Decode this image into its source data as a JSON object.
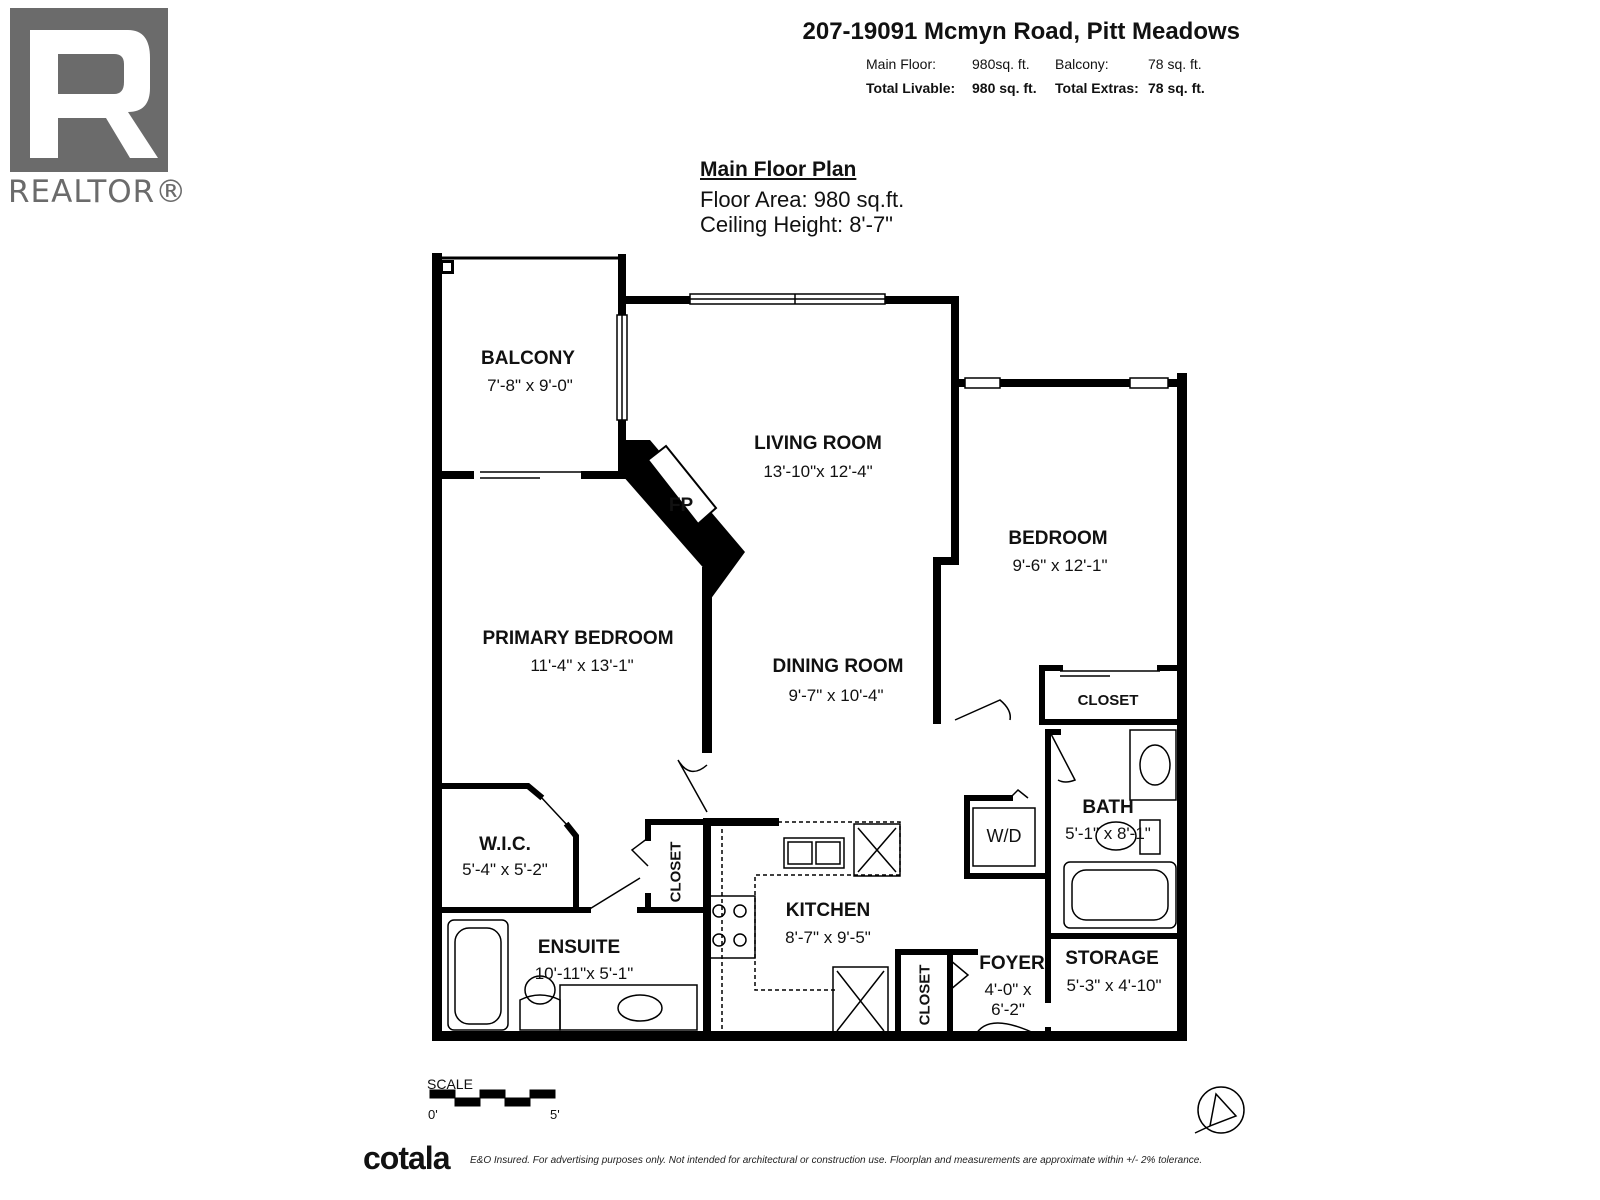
{
  "logo": {
    "word": "REALTOR®",
    "icon": "realtor-r-icon",
    "color": "#6b6b6b"
  },
  "header": {
    "address": "207-19091 Mcmyn Road, Pitt Meadows",
    "main_floor_label": "Main Floor:",
    "main_floor_value": "980sq. ft.",
    "balcony_label": "Balcony:",
    "balcony_value": "78 sq. ft.",
    "total_livable_label": "Total Livable:",
    "total_livable_value": "980 sq. ft.",
    "total_extras_label": "Total Extras:",
    "total_extras_value": "78 sq. ft."
  },
  "plan": {
    "title": "Main Floor Plan",
    "floor_area": "Floor Area: 980 sq.ft.",
    "ceiling_height": "Ceiling Height: 8'-7\""
  },
  "rooms": {
    "balcony": {
      "name": "BALCONY",
      "dims": "7'-8\" x 9'-0\""
    },
    "living": {
      "name": "LIVING ROOM",
      "dims": "13'-10\"x 12'-4\""
    },
    "fp": {
      "name": "FP"
    },
    "bedroom": {
      "name": "BEDROOM",
      "dims": "9'-6\" x 12'-1\""
    },
    "primary": {
      "name": "PRIMARY BEDROOM",
      "dims": "11'-4\" x 13'-1\""
    },
    "dining": {
      "name": "DINING ROOM",
      "dims": "9'-7\" x 10'-4\""
    },
    "closet_bed": {
      "name": "CLOSET"
    },
    "bath": {
      "name": "BATH",
      "dims": "5'-1\" x 8'-1\""
    },
    "wd": {
      "name": "W/D"
    },
    "wic": {
      "name": "W.I.C.",
      "dims": "5'-4\" x 5'-2\""
    },
    "closet_primary": {
      "name": "CLOSET"
    },
    "kitchen": {
      "name": "KITCHEN",
      "dims": "8'-7\" x 9'-5\""
    },
    "ensuite": {
      "name": "ENSUITE",
      "dims": "10'-11\"x 5'-1\""
    },
    "closet_foyer": {
      "name": "CLOSET"
    },
    "foyer": {
      "name": "FOYER",
      "dims_line1": "4'-0\" x",
      "dims_line2": "6'-2\""
    },
    "storage": {
      "name": "STORAGE",
      "dims": "5'-3\" x 4'-10\""
    }
  },
  "scale": {
    "label": "SCALE",
    "start": "0'",
    "end": "5'"
  },
  "compass": {
    "icon": "north-arrow-icon"
  },
  "footer": {
    "brand": "cotala",
    "disclaimer": "E&O Insured. For advertising purposes only. Not intended for architectural or construction use. Floorplan and measurements are approximate within +/- 2% tolerance."
  }
}
